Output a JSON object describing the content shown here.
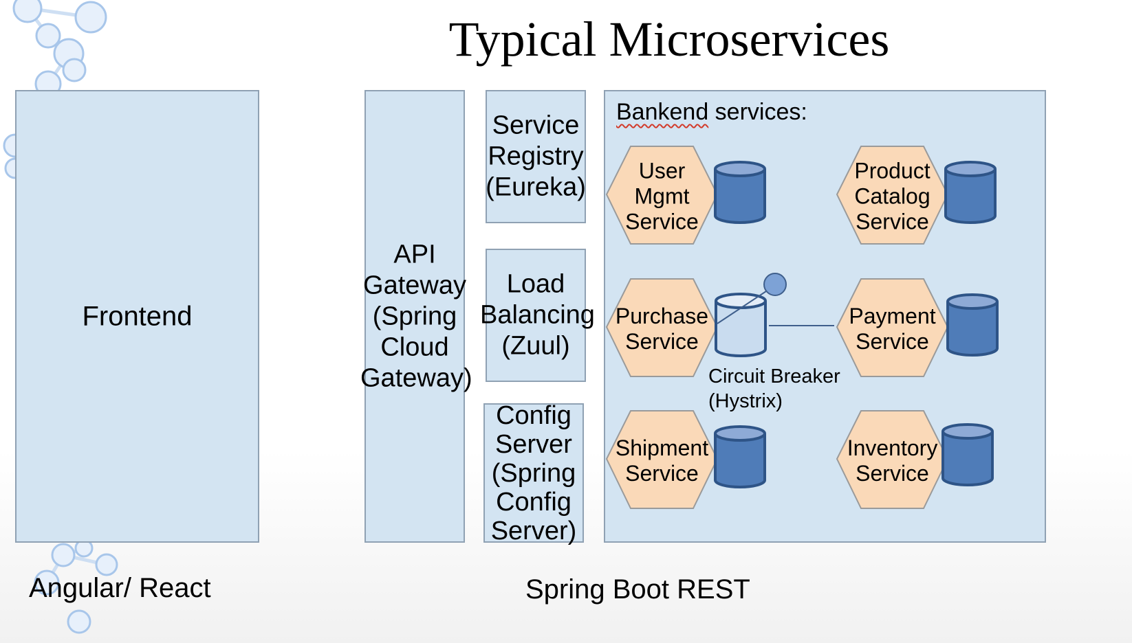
{
  "title": "Typical Microservices",
  "frontend": {
    "label": "Frontend"
  },
  "api_gateway": {
    "label": "API\nGateway\n(Spring\nCloud\nGateway)"
  },
  "service_registry": {
    "label": "Service\nRegistry\n(Eureka)"
  },
  "load_balancing": {
    "label": "Load\nBalancing\n(Zuul)"
  },
  "config_server": {
    "label": "Config\nServer\n(Spring\nConfig\nServer)"
  },
  "backend": {
    "heading_word": "Bankend",
    "heading_rest": " services:",
    "services": [
      {
        "label": "User\nMgmt\nService"
      },
      {
        "label": "Product\nCatalog\nService"
      },
      {
        "label": "Purchase\nService"
      },
      {
        "label": "Payment\nService"
      },
      {
        "label": "Shipment\nService"
      },
      {
        "label": "Inventory\nService"
      }
    ],
    "circuit_breaker": {
      "label": "Circuit Breaker\n(Hystrix)"
    }
  },
  "footer": {
    "left": "Angular/ React",
    "center": "Spring Boot REST"
  },
  "colors": {
    "box_fill": "#d3e4f2",
    "box_border": "#8fa1b3",
    "service_hexagon": "#fad9b8",
    "database": "#4f7cb8",
    "circuit_breaker_db": "#c9dcef",
    "misspelling_underline": "#d23b2b"
  }
}
